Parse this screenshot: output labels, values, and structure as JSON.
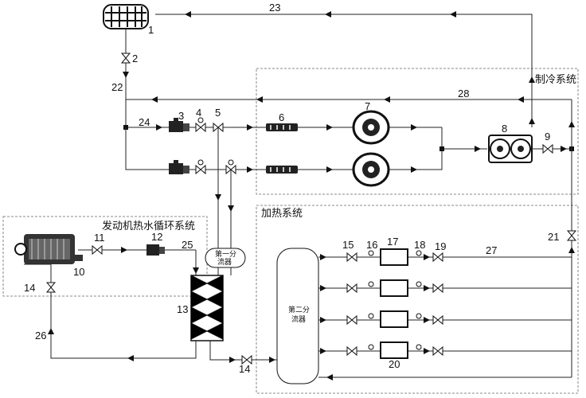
{
  "sections": {
    "refrigeration": "制冷系统",
    "engine_loop": "发动机热水循环系统",
    "heating": "加热系统"
  },
  "devices": {
    "first_splitter": "第一分流器",
    "second_splitter": "第二分流器"
  },
  "labels": {
    "n1": "1",
    "n2": "2",
    "n3": "3",
    "n4": "4",
    "n5": "5",
    "n6": "6",
    "n7": "7",
    "n8": "8",
    "n9": "9",
    "n10": "10",
    "n11": "11",
    "n12": "12",
    "n13": "13",
    "n14a": "14",
    "n14b": "14",
    "n15": "15",
    "n16": "16",
    "n17": "17",
    "n18": "18",
    "n19": "19",
    "n20": "20",
    "n21": "21",
    "n22": "22",
    "n23": "23",
    "n24": "24",
    "n25": "25",
    "n26": "26",
    "n27": "27",
    "n28": "28"
  }
}
